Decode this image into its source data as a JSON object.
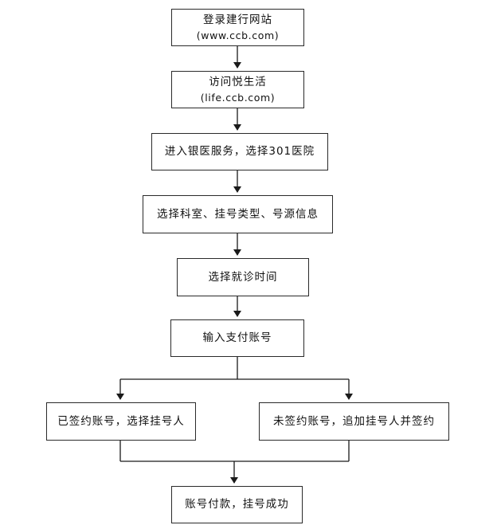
{
  "flowchart": {
    "steps": [
      {
        "id": "login",
        "label": "登录建行网站",
        "sublabel": "(www.ccb.com)"
      },
      {
        "id": "visit",
        "label": "访问悦生活",
        "sublabel": "(life.ccb.com)"
      },
      {
        "id": "enter",
        "label": "进入银医服务，选择301医院"
      },
      {
        "id": "dept",
        "label": "选择科室、挂号类型、号源信息"
      },
      {
        "id": "time",
        "label": "选择就诊时间"
      },
      {
        "id": "pay_account",
        "label": "输入支付账号"
      },
      {
        "id": "signed",
        "label": "已签约账号，选择挂号人"
      },
      {
        "id": "unsigned",
        "label": "未签约账号，追加挂号人并签约"
      },
      {
        "id": "success",
        "label": "账号付款，挂号成功"
      }
    ],
    "edges": [
      [
        "login",
        "visit"
      ],
      [
        "visit",
        "enter"
      ],
      [
        "enter",
        "dept"
      ],
      [
        "dept",
        "time"
      ],
      [
        "time",
        "pay_account"
      ],
      [
        "pay_account",
        "signed"
      ],
      [
        "pay_account",
        "unsigned"
      ],
      [
        "signed",
        "success"
      ],
      [
        "unsigned",
        "success"
      ]
    ]
  }
}
